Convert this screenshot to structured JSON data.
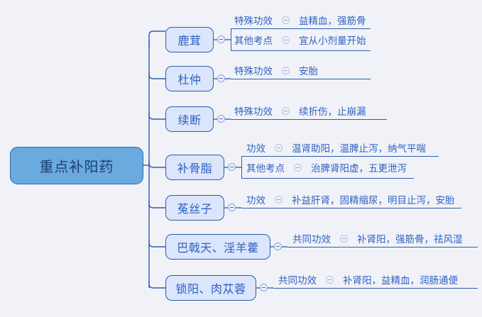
{
  "theme": {
    "background": "#f1f2f7",
    "root_fill": "#6aaade",
    "root_border": "#2c6ba8",
    "root_text": "#1c3f73",
    "node_fill": "#dbe5fb",
    "node_border": "#2a5fa8",
    "node_text": "#2c5fc0",
    "line_color": "#2a5fa8",
    "sub_text": "#2f62c4"
  },
  "root": {
    "label": "重点补阳药"
  },
  "branches": [
    {
      "label": "鹿茸",
      "rows": [
        {
          "key": "特殊功效",
          "value": "益精血，强筋骨"
        },
        {
          "key": "其他考点",
          "value": "宜从小剂量开始"
        }
      ]
    },
    {
      "label": "杜仲",
      "rows": [
        {
          "key": "特殊功效",
          "value": "安胎"
        }
      ]
    },
    {
      "label": "续断",
      "rows": [
        {
          "key": "特殊功效",
          "value": "续折伤，止崩漏"
        }
      ]
    },
    {
      "label": "补骨脂",
      "rows": [
        {
          "key": "功效",
          "value": "温肾助阳，温脾止泻，纳气平喘"
        },
        {
          "key": "其他考点",
          "value": "治脾肾阳虚，五更泄泻"
        }
      ]
    },
    {
      "label": "菟丝子",
      "rows": [
        {
          "key": "功效",
          "value": "补益肝肾，固精缩尿，明目止泻，安胎"
        }
      ]
    },
    {
      "label": "巴戟天、淫羊藿",
      "rows": [
        {
          "key": "共同功效",
          "value": "补肾阳，强筋骨，祛风湿"
        }
      ]
    },
    {
      "label": "锁阳、肉苁蓉",
      "rows": [
        {
          "key": "共同功效",
          "value": "补肾阳，益精血，润肠通便"
        }
      ]
    }
  ]
}
